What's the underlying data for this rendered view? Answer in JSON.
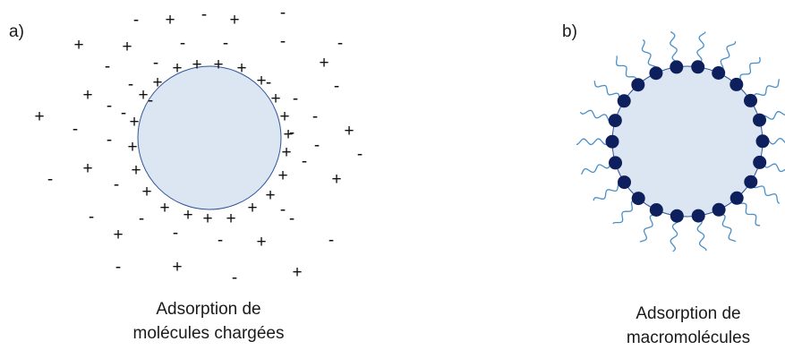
{
  "panel_a": {
    "label": "a)",
    "caption_line1": "Adsorption de",
    "caption_line2": "molécules chargées",
    "ion_positive": "+",
    "ion_negative": "-"
  },
  "panel_b": {
    "label": "b)",
    "caption_line1": "Adsorption de",
    "caption_line2": "macromolécules"
  },
  "colors": {
    "particle_fill": "#dce6f2",
    "particle_stroke": "#2f5597",
    "bead": "#0d1f5c",
    "tail": "#4a90c8"
  }
}
